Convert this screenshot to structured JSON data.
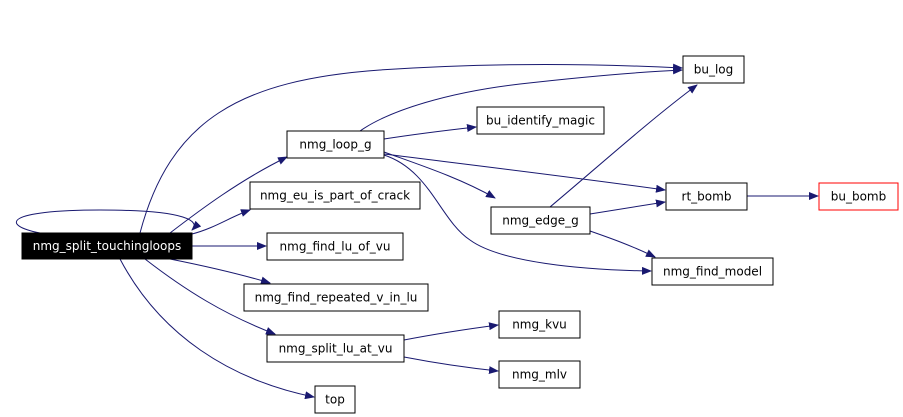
{
  "graph": {
    "edge_color": "#191970",
    "root_fill": "#000000",
    "external_border": "#ff0000",
    "nodes": {
      "nmg_split_touchingloops": "nmg_split_touchingloops",
      "nmg_loop_g": "nmg_loop_g",
      "nmg_eu_is_part_of_crack": "nmg_eu_is_part_of_crack",
      "nmg_find_lu_of_vu": "nmg_find_lu_of_vu",
      "nmg_find_repeated_v_in_lu": "nmg_find_repeated_v_in_lu",
      "nmg_split_lu_at_vu": "nmg_split_lu_at_vu",
      "top": "top",
      "bu_log": "bu_log",
      "bu_identify_magic": "bu_identify_magic",
      "nmg_edge_g": "nmg_edge_g",
      "rt_bomb": "rt_bomb",
      "bu_bomb": "bu_bomb",
      "nmg_find_model": "nmg_find_model",
      "nmg_kvu": "nmg_kvu",
      "nmg_mlv": "nmg_mlv"
    },
    "edges": [
      [
        "nmg_split_touchingloops",
        "nmg_split_touchingloops"
      ],
      [
        "nmg_split_touchingloops",
        "bu_log"
      ],
      [
        "nmg_split_touchingloops",
        "nmg_loop_g"
      ],
      [
        "nmg_split_touchingloops",
        "nmg_eu_is_part_of_crack"
      ],
      [
        "nmg_split_touchingloops",
        "nmg_find_lu_of_vu"
      ],
      [
        "nmg_split_touchingloops",
        "nmg_find_repeated_v_in_lu"
      ],
      [
        "nmg_split_touchingloops",
        "nmg_split_lu_at_vu"
      ],
      [
        "nmg_split_touchingloops",
        "top"
      ],
      [
        "nmg_loop_g",
        "bu_log"
      ],
      [
        "nmg_loop_g",
        "bu_identify_magic"
      ],
      [
        "nmg_loop_g",
        "rt_bomb"
      ],
      [
        "nmg_loop_g",
        "nmg_edge_g"
      ],
      [
        "nmg_loop_g",
        "nmg_find_model"
      ],
      [
        "nmg_edge_g",
        "bu_log"
      ],
      [
        "nmg_edge_g",
        "rt_bomb"
      ],
      [
        "nmg_edge_g",
        "nmg_find_model"
      ],
      [
        "rt_bomb",
        "bu_bomb"
      ],
      [
        "nmg_split_lu_at_vu",
        "nmg_kvu"
      ],
      [
        "nmg_split_lu_at_vu",
        "nmg_mlv"
      ]
    ]
  }
}
